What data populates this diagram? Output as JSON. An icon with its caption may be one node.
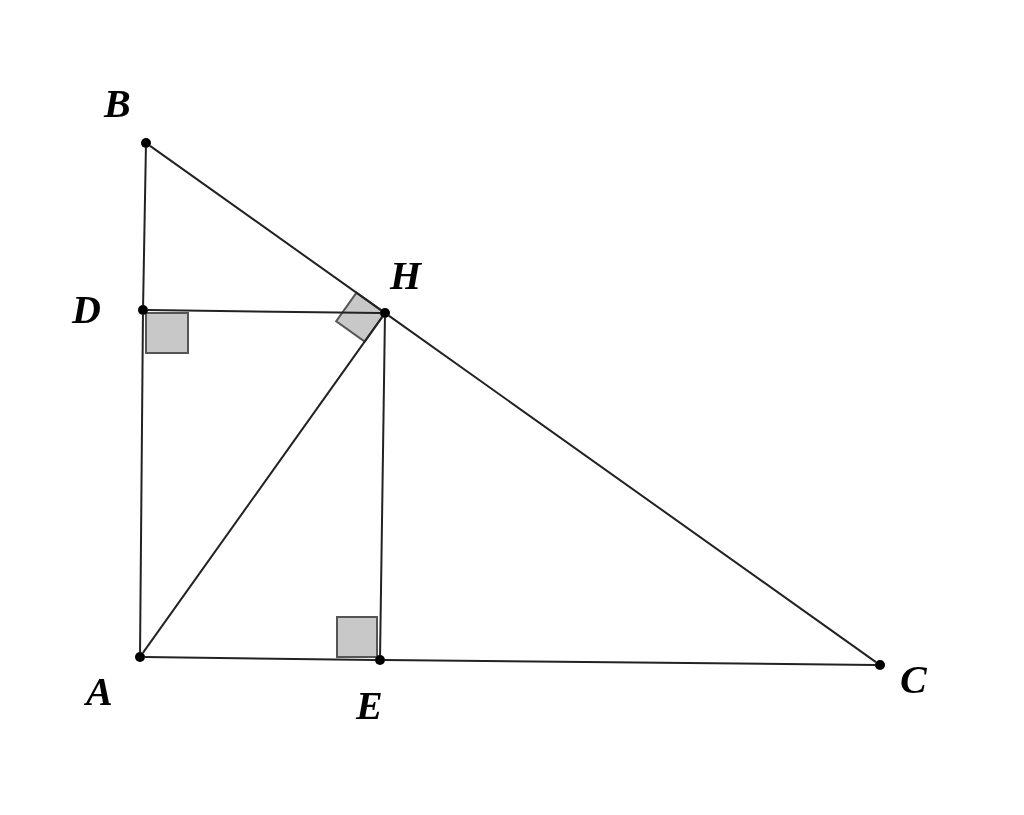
{
  "diagram": {
    "nodes": [
      {
        "text": [
          "B"
        ]
      },
      {
        "text": [
          "D"
        ]
      },
      {
        "text": [
          "H"
        ]
      },
      {
        "text": [
          "A"
        ]
      },
      {
        "text": [
          "E"
        ]
      },
      {
        "text": [
          "C"
        ]
      }
    ],
    "edges": [
      {
        "from": 0,
        "to": 1,
        "arrow": "none"
      },
      {
        "from": 1,
        "to": 3,
        "arrow": "none"
      },
      {
        "from": 0,
        "to": 2,
        "arrow": "none"
      },
      {
        "from": 2,
        "to": 5,
        "arrow": "none"
      },
      {
        "from": 1,
        "to": 2,
        "arrow": "none"
      },
      {
        "from": 3,
        "to": 2,
        "arrow": "none"
      },
      {
        "from": 2,
        "to": 4,
        "arrow": "none"
      },
      {
        "from": 3,
        "to": 4,
        "arrow": "none"
      },
      {
        "from": 4,
        "to": 5,
        "arrow": "none"
      }
    ]
  }
}
